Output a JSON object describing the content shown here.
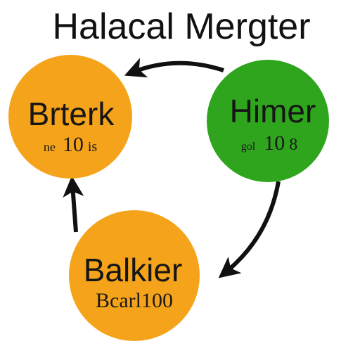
{
  "title": "Halacal Mergter",
  "colors": {
    "orange": "#F5A31B",
    "green": "#2FA51E",
    "arrow": "#111111",
    "text": "#161616"
  },
  "nodes": {
    "brterk": {
      "name": "Brterk",
      "sub_small": "ne",
      "sub_large": "10",
      "sub_tail": "is",
      "color": "orange"
    },
    "himer": {
      "name": "Himer",
      "sub_small": "gol",
      "sub_large": "10",
      "sub_tail": "8",
      "color": "green"
    },
    "balkier": {
      "name": "Balkier",
      "sub": "Bcarl100",
      "color": "orange"
    }
  },
  "arrows": [
    {
      "from": "himer",
      "to": "brterk",
      "direction": "left"
    },
    {
      "from": "balkier",
      "to": "brterk",
      "direction": "up"
    },
    {
      "from": "himer",
      "to": "balkier",
      "direction": "down-left"
    }
  ]
}
